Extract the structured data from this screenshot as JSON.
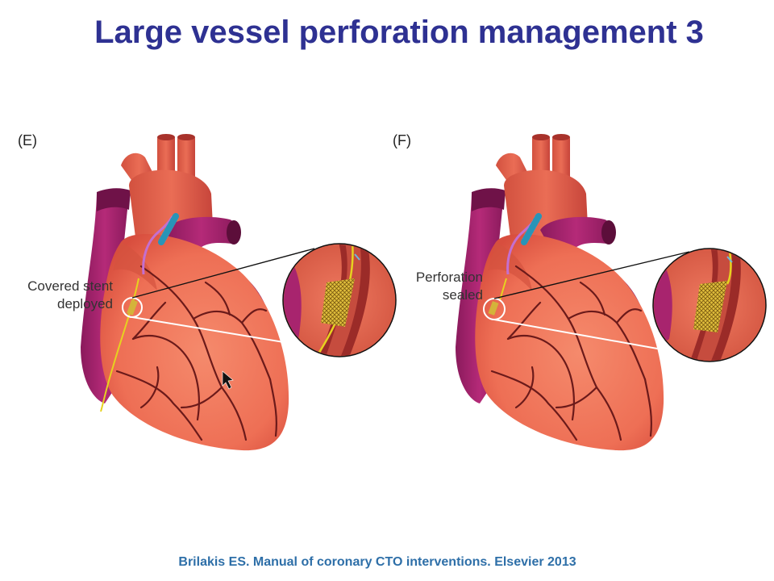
{
  "slide": {
    "title": "Large vessel perforation management 3",
    "citation": "Brilakis ES. Manual of coronary CTO interventions. Elsevier 2013"
  },
  "panels": [
    {
      "label": "(E)",
      "callout_line1": "Covered stent",
      "callout_line2": "deployed"
    },
    {
      "label": "(F)",
      "callout_line1": "Perforation",
      "callout_line2": "sealed"
    }
  ],
  "colors": {
    "title": "#2e3192",
    "citation": "#2e6fa8",
    "heart_body": "#f07a5e",
    "heart_dark": "#c9463a",
    "vessel_purple": "#a8246e",
    "artery_line": "#6b1a1a",
    "guidewire": "#e6d21f",
    "catheter": "#3fb6d8"
  }
}
